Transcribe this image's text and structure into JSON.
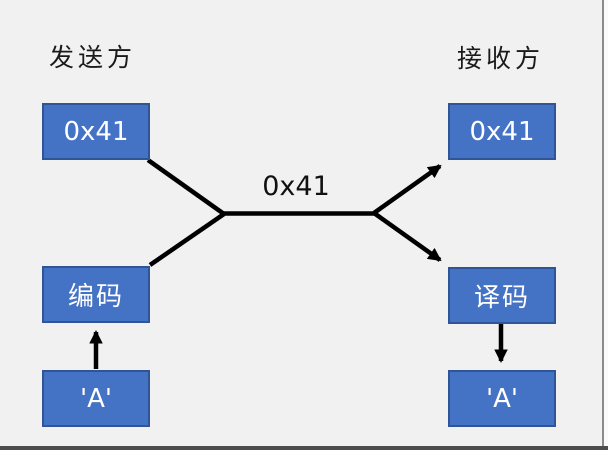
{
  "diagram": {
    "sender_title": "发送方",
    "receiver_title": "接收方",
    "channel_label": "0x41",
    "sender": {
      "hex_box": "0x41",
      "encode_box": "编码",
      "char_box": "'A'"
    },
    "receiver": {
      "hex_box": "0x41",
      "decode_box": "译码",
      "char_box": "'A'"
    }
  },
  "colors": {
    "background": "#f1f1f1",
    "box_fill": "#4472c4",
    "box_border": "#2f5597",
    "box_text": "#ffffff",
    "title_text": "#1a1a1a",
    "connector": "#000000",
    "slide_edge_right": "#8a8a8a",
    "slide_edge_bottom": "#4d4d4d"
  }
}
